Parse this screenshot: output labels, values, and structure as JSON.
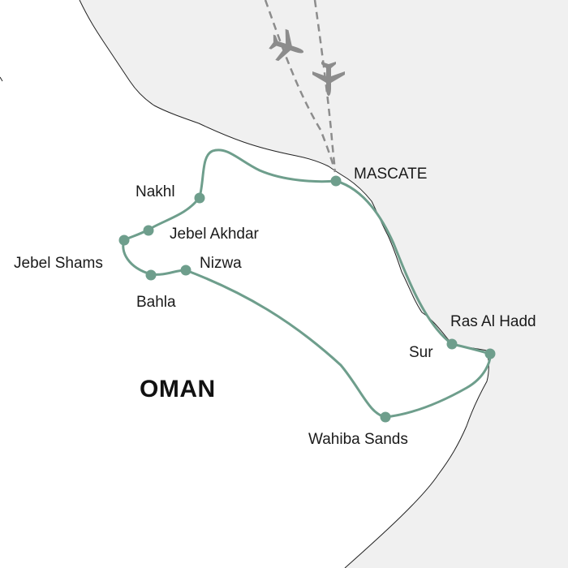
{
  "country": "OMAN",
  "colors": {
    "land": "#ffffff",
    "sea": "#f0f0f0",
    "coastline": "#222222",
    "route": "#6e9e8c",
    "stop": "#6e9e8c",
    "flight_path": "#8c8c8c",
    "plane": "#8c8c8c"
  },
  "icons": [
    "airplane-icon",
    "airplane-icon"
  ],
  "stops": [
    {
      "id": "mascate",
      "label": "MASCATE"
    },
    {
      "id": "nakhl",
      "label": "Nakhl"
    },
    {
      "id": "jebel-akhdar",
      "label": "Jebel Akhdar"
    },
    {
      "id": "jebel-shams",
      "label": "Jebel Shams"
    },
    {
      "id": "bahla",
      "label": "Bahla"
    },
    {
      "id": "nizwa",
      "label": "Nizwa"
    },
    {
      "id": "wahiba-sands",
      "label": "Wahiba Sands"
    },
    {
      "id": "ras-al-hadd",
      "label": "Ras Al Hadd"
    },
    {
      "id": "sur",
      "label": "Sur"
    }
  ]
}
